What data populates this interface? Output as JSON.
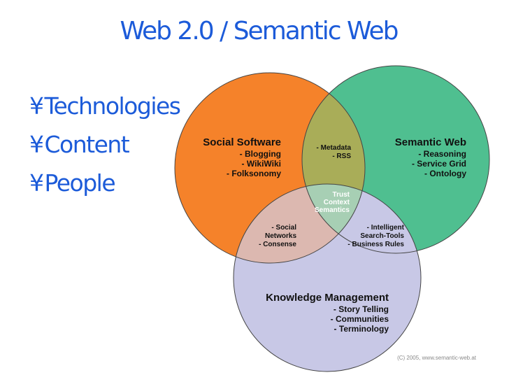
{
  "title": "Web 2.0 / Semantic Web",
  "bullet_mark": "¥",
  "bullets": [
    "Technologies",
    "Content",
    "People"
  ],
  "colors": {
    "title": "#1c5bd9",
    "social_circle": "#f5822a",
    "semantic_circle": "#4fbf90",
    "knowledge_circle": "#c8c8e6"
  },
  "venn": {
    "social": {
      "heading": "Social Software",
      "items": [
        "- Blogging",
        "- WikiWiki",
        "- Folksonomy"
      ]
    },
    "semantic": {
      "heading": "Semantic Web",
      "items": [
        "- Reasoning",
        "- Service Grid",
        "- Ontology"
      ]
    },
    "knowledge": {
      "heading": "Knowledge Management",
      "items": [
        "- Story Telling",
        "- Communities",
        "- Terminology"
      ]
    },
    "social_semantic": [
      "- Metadata",
      "- RSS"
    ],
    "center": [
      "Trust",
      "Context",
      "Semantics"
    ],
    "social_knowledge": [
      "- Social",
      "Networks",
      "- Consense"
    ],
    "semantic_knowledge": [
      "- Intelligent",
      "Search-Tools",
      "- Business Rules"
    ]
  },
  "copyright": "(C) 2005, www.semantic-web.at"
}
